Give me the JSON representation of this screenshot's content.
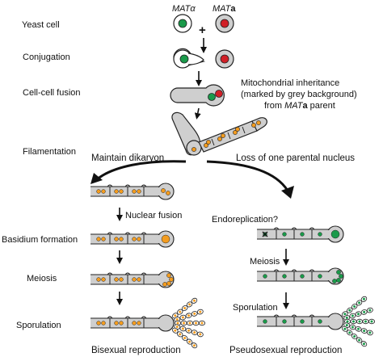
{
  "labels": {
    "mat_alpha": "MATα",
    "mat_a_prefix": "MAT",
    "mat_a_suffix": "a",
    "plus": "+",
    "yeast_cell": "Yeast cell",
    "conjugation": "Conjugation",
    "cell_cell_fusion": "Cell-cell fusion",
    "mito_line1": "Mitochondrial inheritance",
    "mito_line2": "(marked by grey background)",
    "mito_line3_pre": "from ",
    "mito_line3_mat": "MAT",
    "mito_line3_a": "a",
    "mito_line3_post": " parent",
    "filamentation": "Filamentation",
    "maintain_dikaryon": "Maintain dikaryon",
    "loss_nucleus": "Loss of one parental nucleus",
    "nuclear_fusion": "Nuclear fusion",
    "basidium_formation": "Basidium formation",
    "meiosis_left": "Meiosis",
    "sporulation_left": "Sporulation",
    "bisexual": "Bisexual reproduction",
    "endoreplication": "Endoreplication?",
    "meiosis_right": "Meiosis",
    "sporulation_right": "Sporulation",
    "pseudosexual": "Pseudosexual reproduction"
  },
  "colors": {
    "alpha_nucleus": "#1a9a4a",
    "a_nucleus": "#d11f26",
    "dikaryon_nucleus": "#f39c1f",
    "pseudo_nucleus": "#1a9a4a",
    "mito_grey": "#cfcfcf",
    "outline": "#222222"
  }
}
